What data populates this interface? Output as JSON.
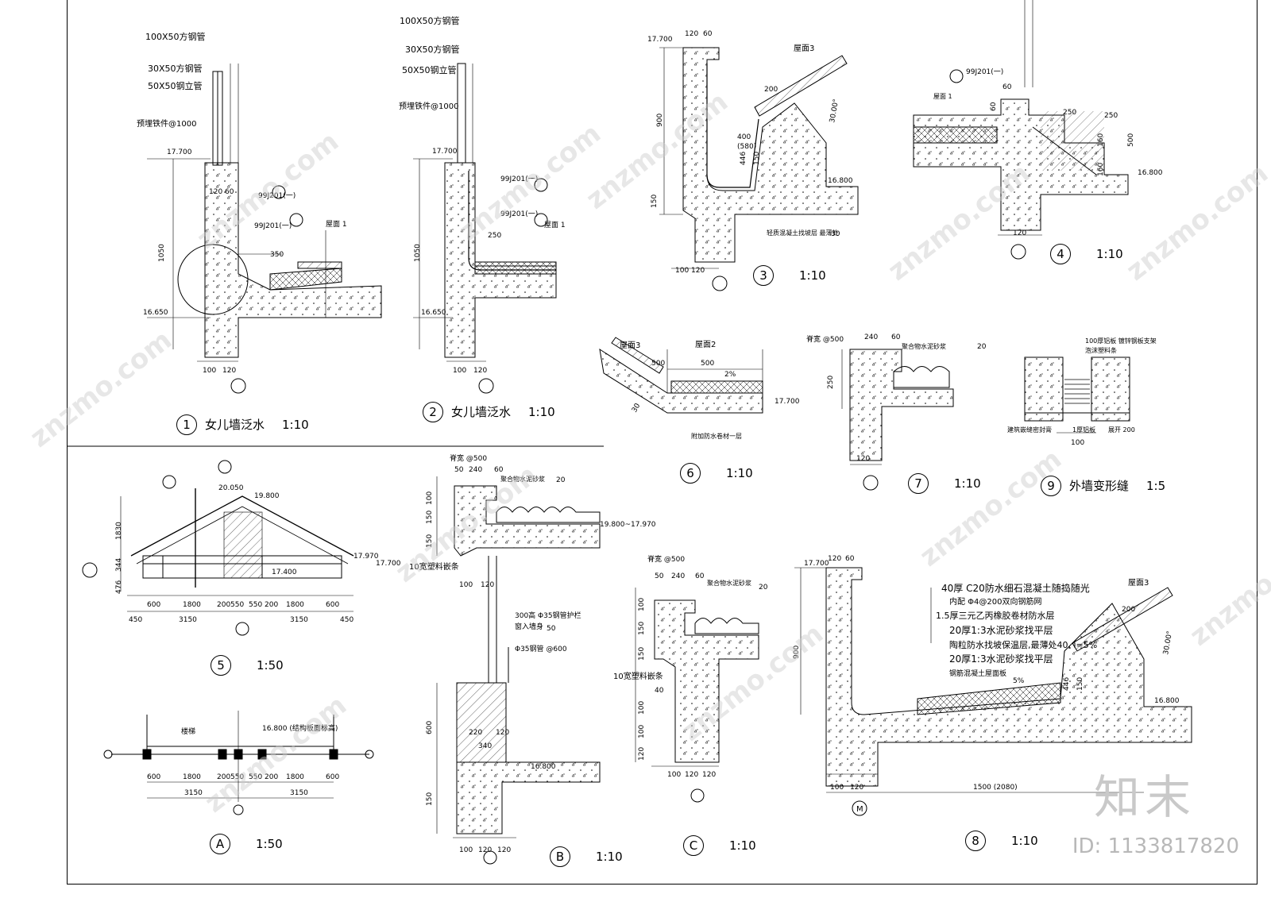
{
  "details": [
    {
      "num": "1",
      "title": "女儿墙泛水",
      "scale": "1:10"
    },
    {
      "num": "2",
      "title": "女儿墙泛水",
      "scale": "1:10"
    },
    {
      "num": "3",
      "title": "",
      "scale": "1:10"
    },
    {
      "num": "4",
      "title": "",
      "scale": "1:10"
    },
    {
      "num": "5",
      "title": "",
      "scale": "1:50"
    },
    {
      "num": "6",
      "title": "",
      "scale": "1:10"
    },
    {
      "num": "7",
      "title": "",
      "scale": "1:10"
    },
    {
      "num": "8",
      "title": "",
      "scale": "1:10"
    },
    {
      "num": "9",
      "title": "外墙变形缝",
      "scale": "1:5"
    },
    {
      "num": "A",
      "title": "",
      "scale": "1:50"
    },
    {
      "num": "B",
      "title": "",
      "scale": "1:10"
    },
    {
      "num": "C",
      "title": "",
      "scale": "1:10"
    }
  ],
  "labels": {
    "rail1": "100X50方钢管",
    "rail2": "30X50方钢管",
    "rail3": "50X50钢立管",
    "anchor": "预埋铁件@1000",
    "d1_el1": "17.700",
    "d1_el2": "16.650",
    "d1_h": "1050",
    "d1_ref1": "99J201(一)",
    "d1_ref2": "99J201(一)",
    "d1_w": "350",
    "d1_dims": [
      "100",
      "120"
    ],
    "d1_top": [
      "120",
      "60"
    ],
    "d1_roof": "屋面 1",
    "d3_el1": "17.700",
    "d3_el2": "16.800",
    "d3_h": "900",
    "d3_dims": [
      "120",
      "60",
      "200",
      "400",
      "(580)",
      "446",
      "150",
      "100",
      "120",
      "30",
      "150"
    ],
    "d3_roof": "屋面3",
    "d3_note": "轻质混凝土找坡层 最薄处",
    "d3_angle": "30.00°",
    "d4_ref": "99J201(一)",
    "d4_dims": [
      "60",
      "250",
      "250",
      "160",
      "160",
      "500",
      "120",
      "60"
    ],
    "d4_el": "16.800",
    "d4_note": "屋面 1",
    "d5_el": [
      "20.050",
      "19.800",
      "17.970",
      "17.700",
      "17.400"
    ],
    "d5_h": [
      "1830",
      "344",
      "476"
    ],
    "d5_dims": [
      "600",
      "1800",
      "200",
      "550",
      "550",
      "200",
      "1800",
      "600"
    ],
    "d5_tot": [
      "450",
      "3150",
      "3150",
      "450"
    ],
    "d6_roof3": "屋面3",
    "d6_roof2": "屋面2",
    "d6_dims": [
      "500",
      "500",
      "30"
    ],
    "d6_slope": "2%",
    "d6_el": "17.700",
    "d6_note": "附加防水卷材一层",
    "d7_dims": [
      "240",
      "60",
      "250",
      "120"
    ],
    "d7_top": "脊宽 @500",
    "d7_note": "聚合物水泥砂浆",
    "d7_n": "20",
    "d8_notes": [
      "40厚 C20防水细石混凝土随捣随光",
      "内配 Φ4@200双向钢筋网",
      "1.5厚三元乙丙橡胶卷材防水层",
      "20厚1:3水泥砂浆找平层",
      "陶粒防水找坡保温层,最薄处40, i=5%",
      "20厚1:3水泥砂浆找平层",
      "钢筋混凝土屋面板"
    ],
    "d8_el1": "17.700",
    "d8_el2": "16.800",
    "d8_h": "900",
    "d8_slope": "5%",
    "d8_dims": [
      "120",
      "60",
      "100",
      "120",
      "1500 (2080)",
      "446",
      "150",
      "200"
    ],
    "d8_roof": "屋面3",
    "d8_axis": "M",
    "d8_angle": "30.00°",
    "d9_notes": [
      "100厚铝板 镀锌钢板支架",
      "泡沫塑料条"
    ],
    "d9_bottom": [
      "建筑嵌缝密封膏",
      "1厚铝板",
      "展开 200"
    ],
    "d9_dim": "100",
    "dA_note": "16.800 (结构板面标高)",
    "dA_room": "楼梯",
    "dA_dims": [
      "600",
      "1800",
      "200",
      "550",
      "550",
      "200",
      "1800",
      "600"
    ],
    "dA_tot": [
      "3150",
      "3150"
    ],
    "dB_top": "脊宽 @500",
    "dB_dims": [
      "50",
      "240",
      "60",
      "20",
      "100",
      "150",
      "150",
      "100",
      "120",
      "300",
      "220",
      "120",
      "340",
      "600",
      "150",
      "100",
      "120",
      "120"
    ],
    "dB_el1": "19.800~17.970",
    "dB_el2": "16.800",
    "dB_rail": "300高 Φ35钢管护栏",
    "dB_post": "Φ35钢管 @600",
    "dB_n": "50",
    "dB_note": "聚合物水泥砂浆",
    "dB_strip": "10宽塑料嵌条",
    "dB_wall": "窗入墙身",
    "dC_top": "脊宽 @500",
    "dC_dims": [
      "50",
      "240",
      "60",
      "20",
      "100",
      "150",
      "150",
      "40",
      "100",
      "100",
      "120",
      "120",
      "100",
      "120",
      "120"
    ],
    "dC_note": "聚合物水泥砂浆",
    "dC_strip": "10宽塑料嵌条"
  },
  "watermark": "znzmo.com",
  "brand": "知末",
  "image_id": "ID: 1133817820"
}
